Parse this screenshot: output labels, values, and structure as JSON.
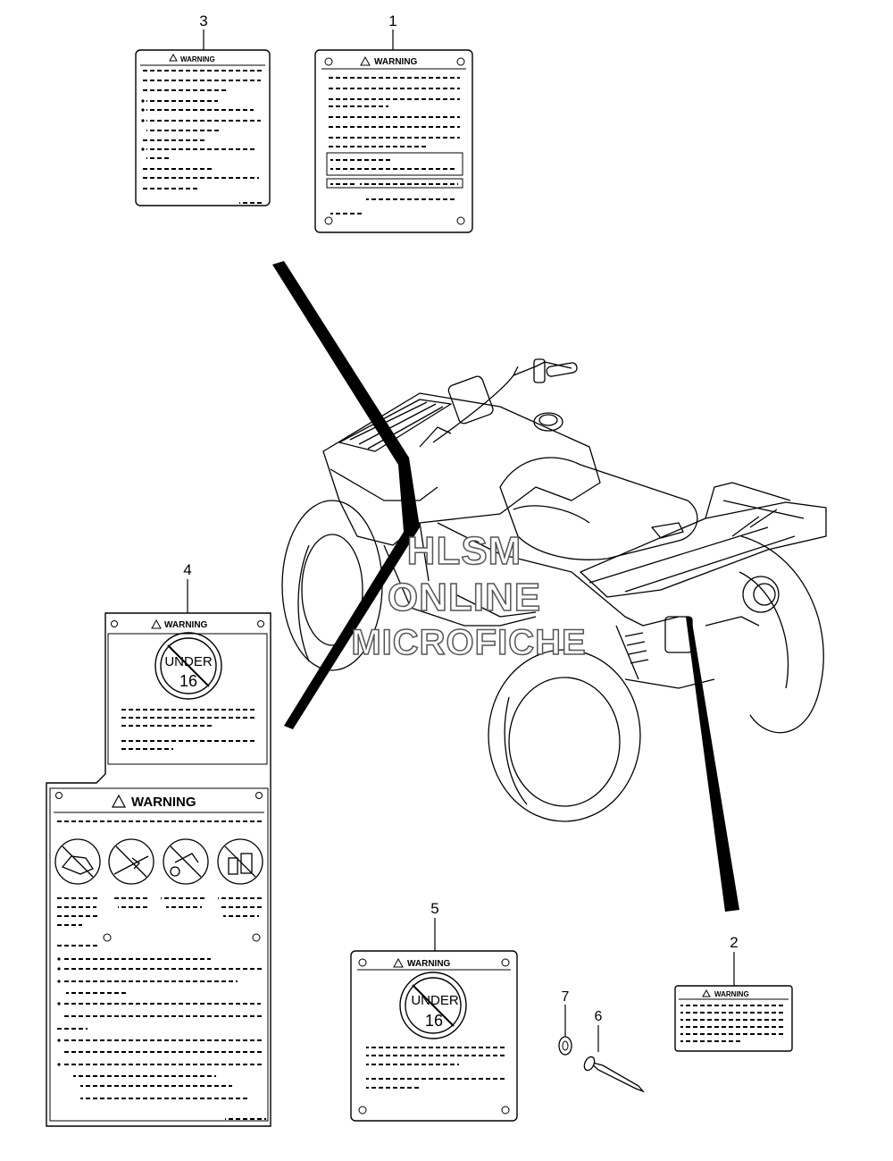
{
  "callouts": {
    "c1": "1",
    "c2": "2",
    "c3": "3",
    "c4": "4",
    "c5": "5",
    "c6": "6",
    "c7": "7"
  },
  "labels": {
    "warning_text": "WARNING",
    "under": "UNDER",
    "age": "16"
  },
  "watermark": {
    "line1": "HLSM",
    "line2": "ONLINE",
    "line3": "MICROFICHE"
  }
}
